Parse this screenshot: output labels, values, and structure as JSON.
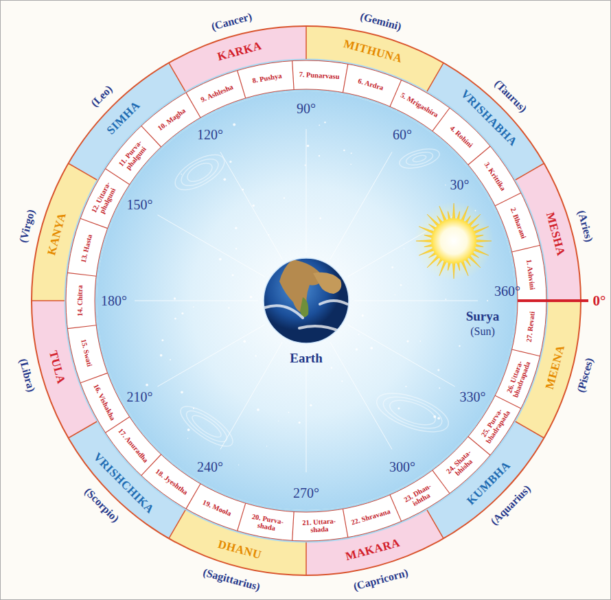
{
  "diagram": {
    "nodes": [
      {
        "text": [
          "MESHA",
          "(Aries)"
        ]
      },
      {
        "text": [
          "VRISHABHA",
          "(Taurus)"
        ]
      },
      {
        "text": [
          "MITHUNA",
          "(Gemini)"
        ]
      },
      {
        "text": [
          "KARKA",
          "(Cancer)"
        ]
      },
      {
        "text": [
          "SIMHA",
          "(Leo)"
        ]
      },
      {
        "text": [
          "KANYA",
          "(Virgo)"
        ]
      },
      {
        "text": [
          "TULA",
          "(Libra)"
        ]
      },
      {
        "text": [
          "VRISHCHIKA",
          "(Scorpio)"
        ]
      },
      {
        "text": [
          "DHANU",
          "(Sagittarius)"
        ]
      },
      {
        "text": [
          "MAKARA",
          "(Capricorn)"
        ]
      },
      {
        "text": [
          "KUMBHA",
          "(Aquarius)"
        ]
      },
      {
        "text": [
          "MEENA",
          "(Pisces)"
        ]
      },
      {
        "text": [
          "1. Ashvini"
        ]
      },
      {
        "text": [
          "2. Bharani"
        ]
      },
      {
        "text": [
          "3. Krittika"
        ]
      },
      {
        "text": [
          "4. Rohini"
        ]
      },
      {
        "text": [
          "5. Mrigashira"
        ]
      },
      {
        "text": [
          "6. Ardra"
        ]
      },
      {
        "text": [
          "7. Punarvasu"
        ]
      },
      {
        "text": [
          "8. Pushya"
        ]
      },
      {
        "text": [
          "9. Ashlesha"
        ]
      },
      {
        "text": [
          "10. Magha"
        ]
      },
      {
        "text": [
          "11. Purva-phalguni"
        ]
      },
      {
        "text": [
          "12. Uttara-phalguni"
        ]
      },
      {
        "text": [
          "13. Hasta"
        ]
      },
      {
        "text": [
          "14. Chitra"
        ]
      },
      {
        "text": [
          "15. Swati"
        ]
      },
      {
        "text": [
          "16. Vishakha"
        ]
      },
      {
        "text": [
          "17. Anuradha"
        ]
      },
      {
        "text": [
          "18. Jyeshtha"
        ]
      },
      {
        "text": [
          "19. Moola"
        ]
      },
      {
        "text": [
          "20. Purva-shada"
        ]
      },
      {
        "text": [
          "21. Uttara-shada"
        ]
      },
      {
        "text": [
          "22. Shravana"
        ]
      },
      {
        "text": [
          "23. Dhan-ishtha"
        ]
      },
      {
        "text": [
          "24. Shata-bhisha"
        ]
      },
      {
        "text": [
          "25. Purva-bhadrapada"
        ]
      },
      {
        "text": [
          "26. Uttara-bhadrapada"
        ]
      },
      {
        "text": [
          "27. Revati"
        ]
      }
    ],
    "labels": [
      "0°",
      "30°",
      "60°",
      "90°",
      "120°",
      "150°",
      "180°",
      "210°",
      "240°",
      "270°",
      "300°",
      "330°",
      "360°",
      "Surya",
      "(Sun)",
      "Earth"
    ]
  }
}
